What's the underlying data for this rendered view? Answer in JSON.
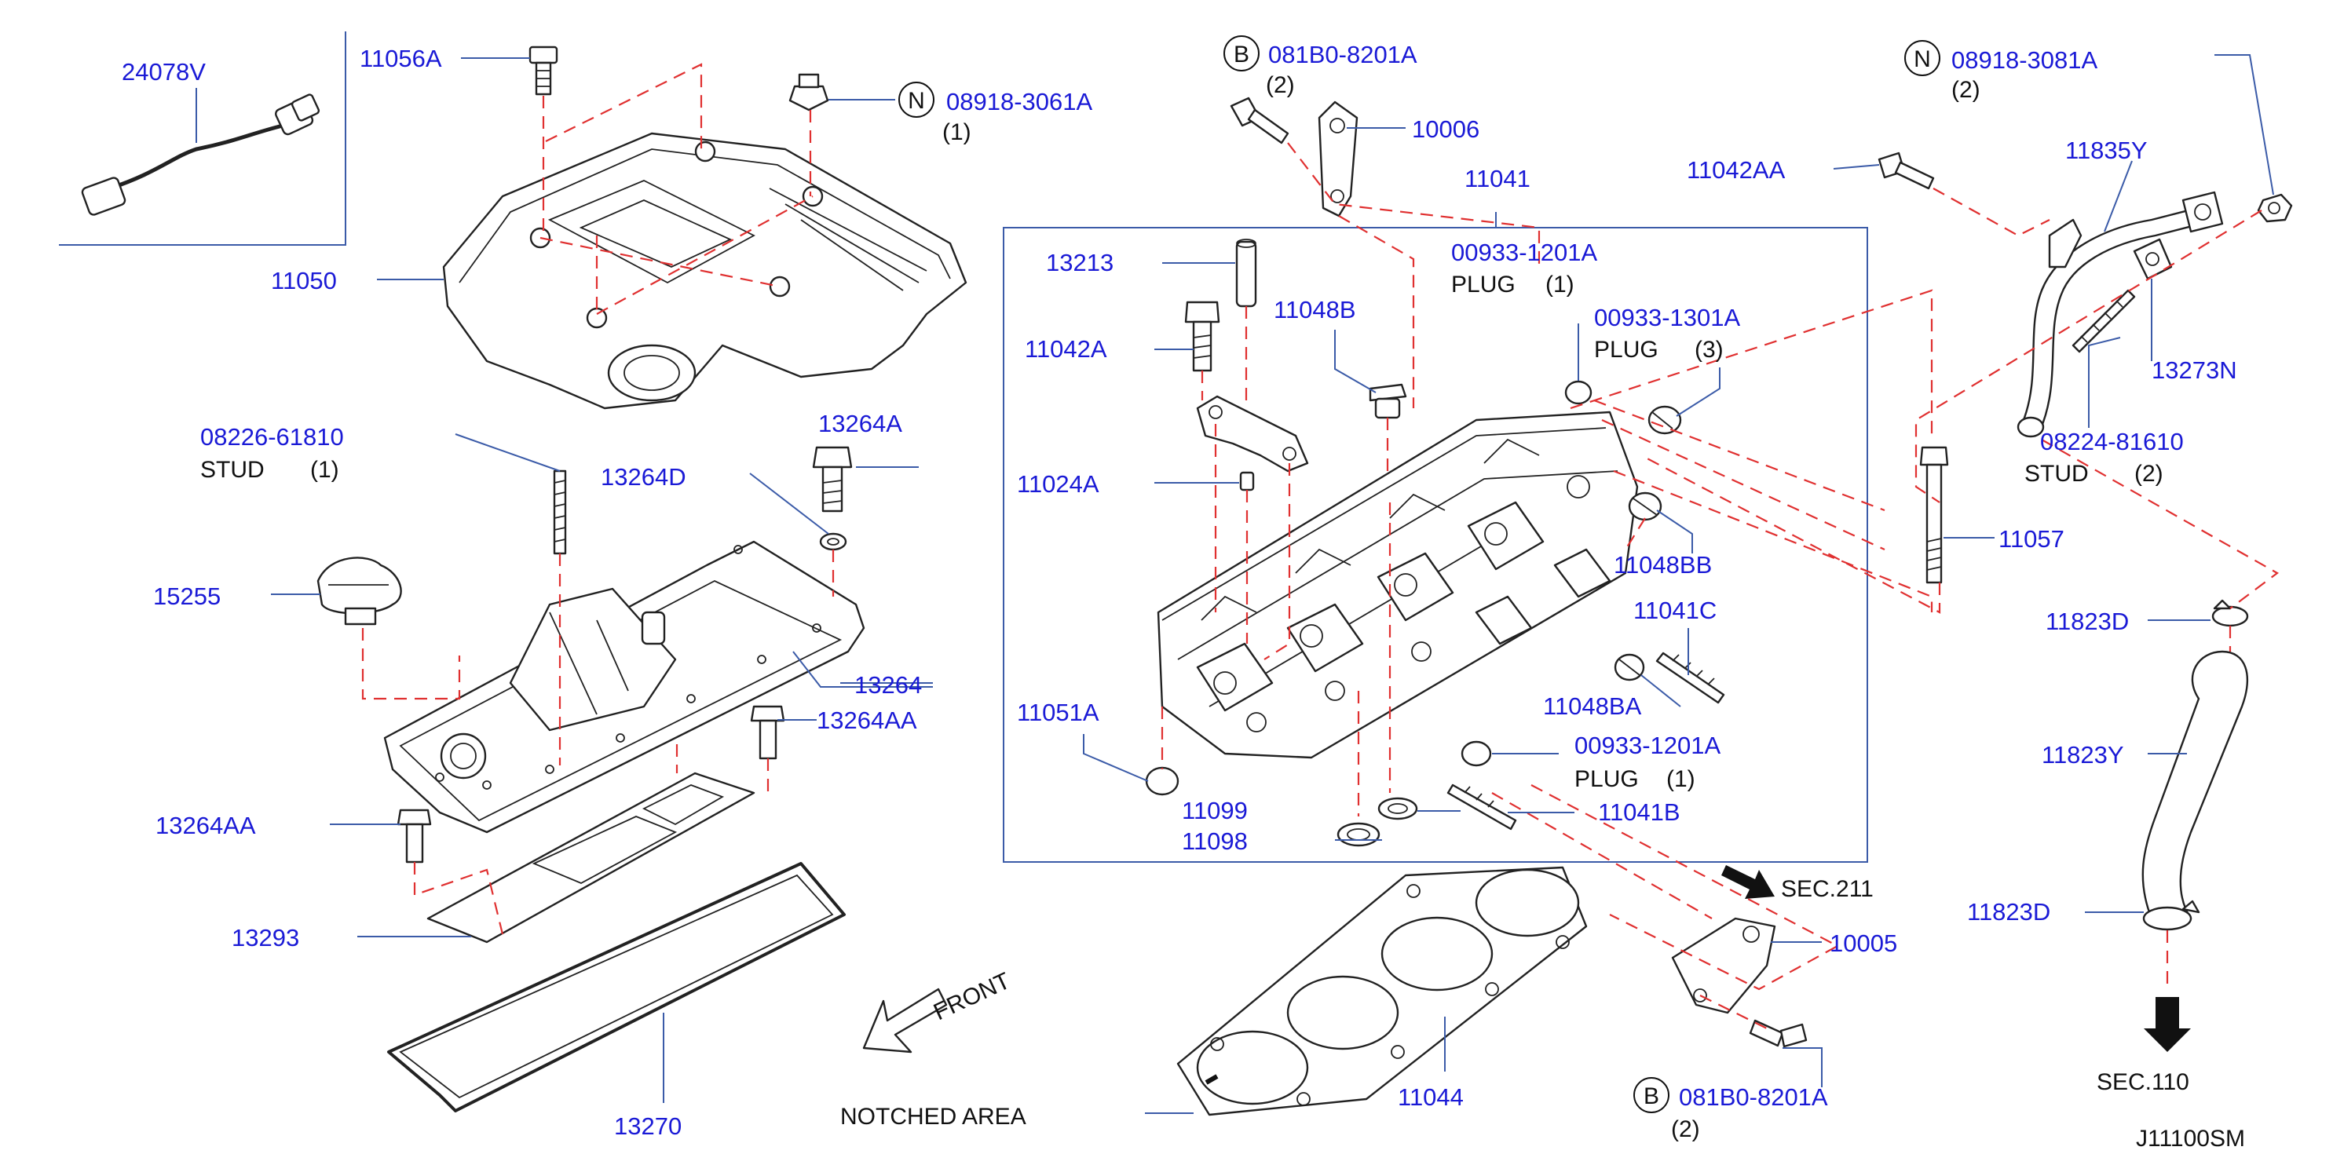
{
  "diagram_code": "J11100SM",
  "labels": {
    "p24078V": "24078V",
    "p11056A": "11056A",
    "p08918_3061A": "08918-3061A",
    "q08918_3061A": "(1)",
    "p11050": "11050",
    "p08226_61810": "08226-61810",
    "stud1": "STUD",
    "stud1_qty": "(1)",
    "p13264A": "13264A",
    "p13264D": "13264D",
    "p15255": "15255",
    "p13264": "13264",
    "p13264AA_right": "13264AA",
    "p13264AA_left": "13264AA",
    "p13293": "13293",
    "p13270": "13270",
    "p081B0_top": "081B0-8201A",
    "q081B0_top": "(2)",
    "p10006": "10006",
    "p11041": "11041",
    "p00933_1201A_top": "00933-1201A",
    "plug_top": "PLUG",
    "plug_top_qty": "(1)",
    "p00933_1301A": "00933-1301A",
    "plug_mid": "PLUG",
    "plug_mid_qty": "(3)",
    "p13213": "13213",
    "p11042A": "11042A",
    "p11048B": "11048B",
    "p11024A": "11024A",
    "p11048BB": "11048BB",
    "p11041C": "11041C",
    "p11048BA": "11048BA",
    "p00933_1201A_bot": "00933-1201A",
    "plug_bot": "PLUG",
    "plug_bot_qty": "(1)",
    "p11051A": "11051A",
    "p11099": "11099",
    "p11098": "11098",
    "p11041B": "11041B",
    "sec211": "SEC.211",
    "p10005": "10005",
    "p11044": "11044",
    "notched": "NOTCHED   AREA",
    "front": "FRONT",
    "p081B0_bot": "081B0-8201A",
    "q081B0_bot": "(2)",
    "p08918_3081A": "08918-3081A",
    "q08918_3081A": "(2)",
    "p11042AA": "11042AA",
    "p11835Y": "11835Y",
    "p13273N": "13273N",
    "p08224_81610": "08224-81610",
    "stud2": "STUD",
    "stud2_qty": "(2)",
    "p11057": "11057",
    "p11823D_top": "11823D",
    "p11823Y": "11823Y",
    "p11823D_bot": "11823D",
    "sec110": "SEC.110",
    "circle_B": "B",
    "circle_N": "N"
  },
  "colors": {
    "part_number": "#1a1ad6",
    "leader": "#3b5ba8",
    "dashed_guide": "#e03030",
    "outline": "#222222"
  }
}
